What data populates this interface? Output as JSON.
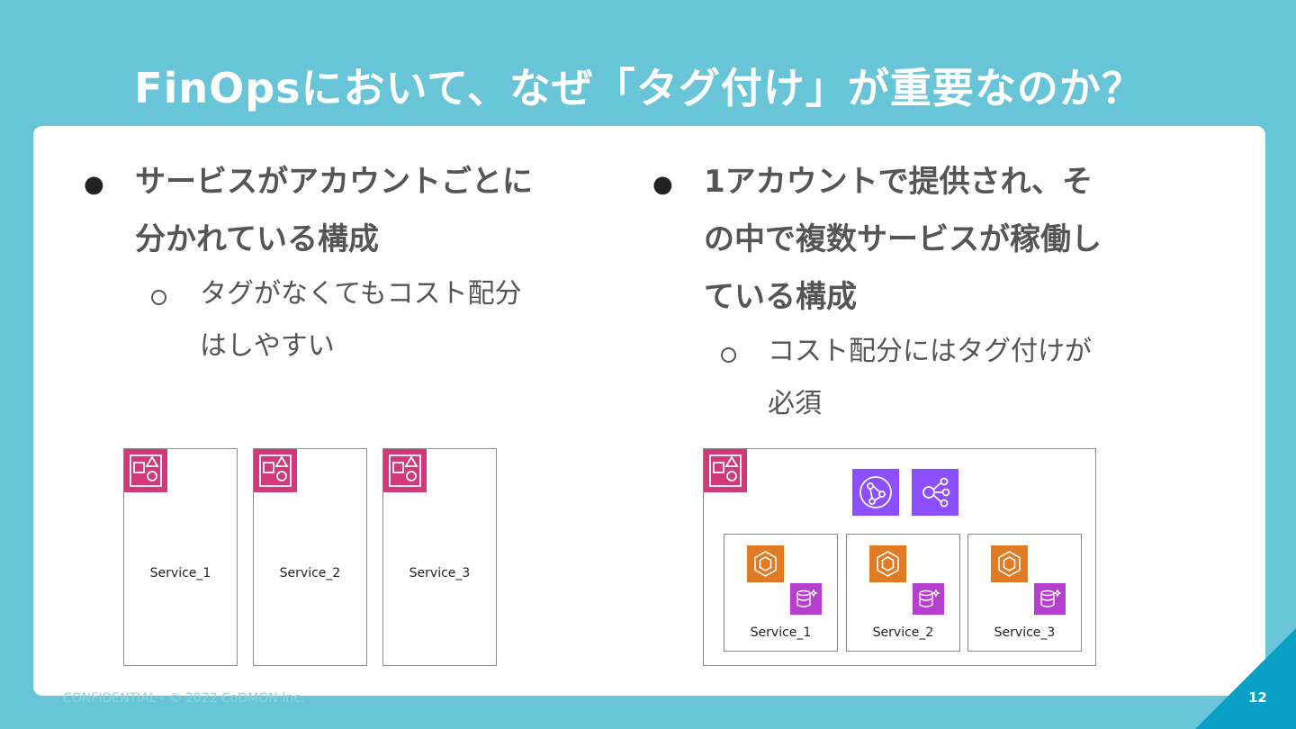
{
  "slide": {
    "title": "FinOpsにおいて、なぜ「タグ付け」が重要なのか？",
    "page_number": "12",
    "footer": "CONFIDENTIAL - © 2022 CoDMON Inc."
  },
  "left": {
    "bullet_line1": "サービスがアカウントごとに",
    "bullet_line2": "分かれている構成",
    "sub_line1": "タグがなくてもコスト配分",
    "sub_line2": "はしやすい",
    "services": [
      "Service_1",
      "Service_2",
      "Service_3"
    ]
  },
  "right": {
    "bullet_line1": "1アカウントで提供され、そ",
    "bullet_line2": "の中で複数サービスが稼働し",
    "bullet_line3": "ている構成",
    "sub_line1": "コスト配分にはタグ付けが",
    "sub_line2": "必須",
    "services": [
      "Service_1",
      "Service_2",
      "Service_3"
    ]
  },
  "colors": {
    "background": "#68c5d7",
    "account_icon": "#d13a79",
    "network_icon": "#8c4fff",
    "compute_icon": "#e07a23",
    "database_icon": "#b63fd0",
    "corner": "#0a9fc4"
  }
}
